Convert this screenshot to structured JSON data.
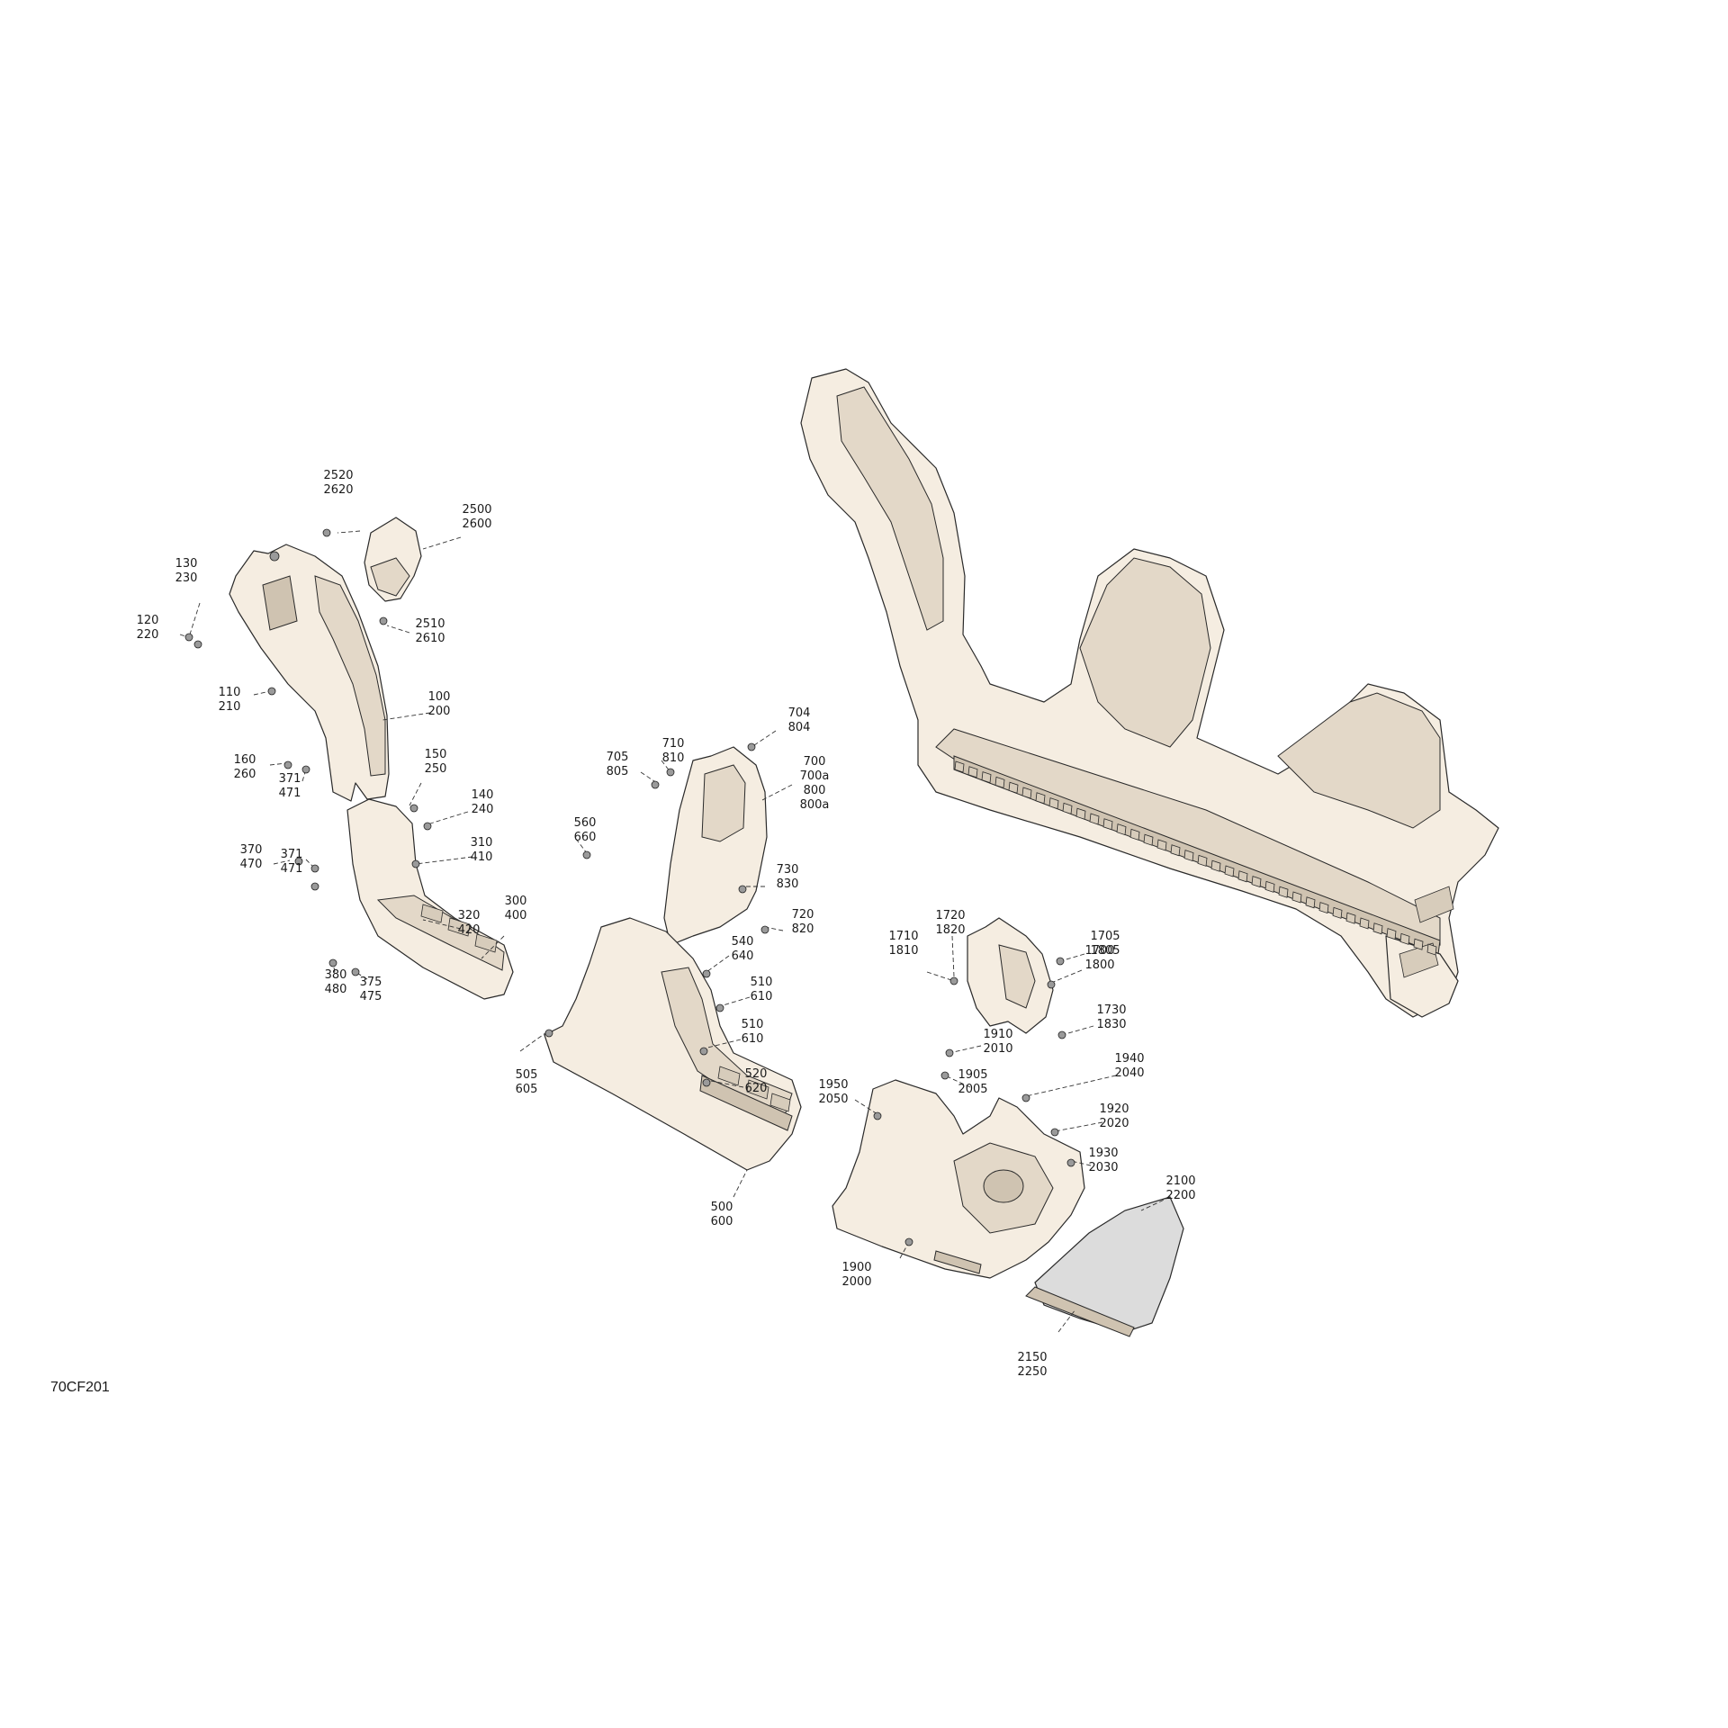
{
  "figure_id": "70CF201",
  "callouts": [
    [
      "2520",
      "2620"
    ],
    [
      "2500",
      "2600"
    ],
    [
      "130",
      "230"
    ],
    [
      "120",
      "220"
    ],
    [
      "2510",
      "2610"
    ],
    [
      "110",
      "210"
    ],
    [
      "100",
      "200"
    ],
    [
      "160",
      "260"
    ],
    [
      "150",
      "250"
    ],
    [
      "371",
      "471"
    ],
    [
      "140",
      "240"
    ],
    [
      "370",
      "470"
    ],
    [
      "310",
      "410"
    ],
    [
      "371",
      "471"
    ],
    [
      "320",
      "420"
    ],
    [
      "300",
      "400"
    ],
    [
      "380",
      "480"
    ],
    [
      "375",
      "475"
    ],
    [
      "704",
      "804"
    ],
    [
      "705",
      "805"
    ],
    [
      "710",
      "810"
    ],
    [
      "700",
      "700a",
      "800",
      "800a"
    ],
    [
      "560",
      "660"
    ],
    [
      "730",
      "830"
    ],
    [
      "720",
      "820"
    ],
    [
      "540",
      "640"
    ],
    [
      "510",
      "610"
    ],
    [
      "510",
      "610"
    ],
    [
      "520",
      "620"
    ],
    [
      "505",
      "605"
    ],
    [
      "500",
      "600"
    ],
    [
      "1720",
      "1820"
    ],
    [
      "1705",
      "1805"
    ],
    [
      "1710",
      "1810"
    ],
    [
      "1700",
      "1800"
    ],
    [
      "1730",
      "1830"
    ],
    [
      "1910",
      "2010"
    ],
    [
      "1950",
      "2050"
    ],
    [
      "1905",
      "2005"
    ],
    [
      "1940",
      "2040"
    ],
    [
      "1920",
      "2020"
    ],
    [
      "1930",
      "2030"
    ],
    [
      "2100",
      "2200"
    ],
    [
      "1900",
      "2000"
    ],
    [
      "2150",
      "2250"
    ]
  ]
}
